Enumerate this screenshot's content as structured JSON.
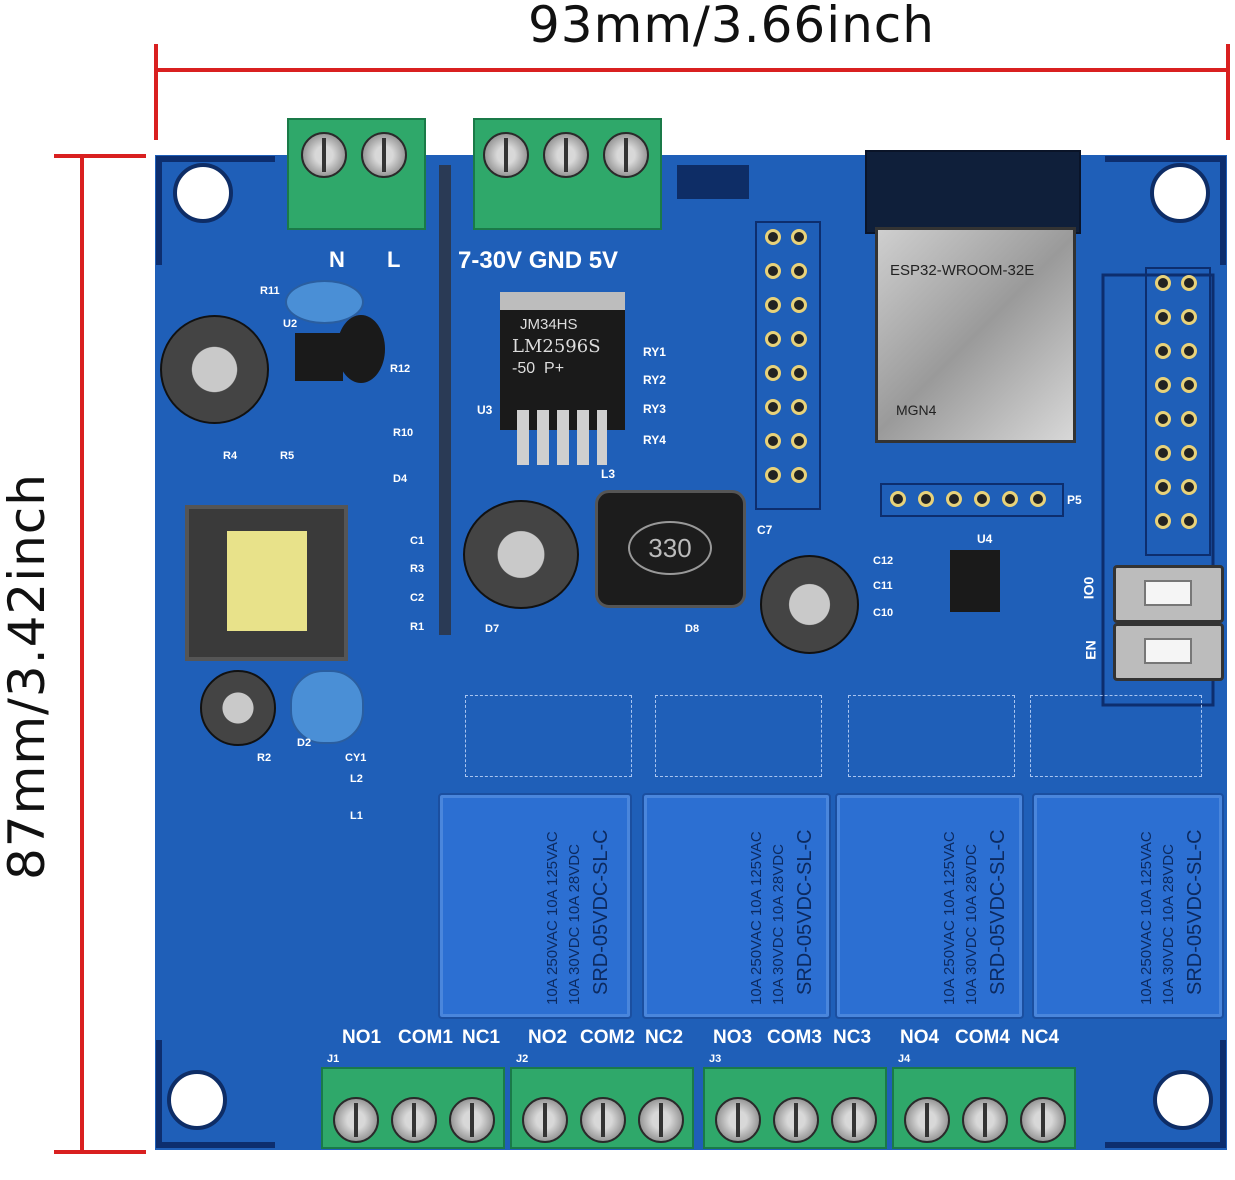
{
  "dimensions": {
    "width_label": "93mm/3.66inch",
    "height_label": "87mm/3.42inch",
    "line_color": "#d92020"
  },
  "board": {
    "color": "#1f5fb8",
    "module": "ESP32-WROOM-32E",
    "module_sub": "MGN4",
    "regulator": {
      "l1": "JM34HS",
      "l2": "LM2596S",
      "l3": "-50  P+"
    },
    "inductor": "330",
    "power_input": {
      "n": "N",
      "l": "L"
    },
    "dc_input": "7-30V GND 5V",
    "buttons": {
      "io0": "IO0",
      "en": "EN"
    },
    "terminals": [
      {
        "id": "J1",
        "labels": [
          "NO1",
          "COM1",
          "NC1"
        ]
      },
      {
        "id": "J2",
        "labels": [
          "NO2",
          "COM2",
          "NC2"
        ]
      },
      {
        "id": "J3",
        "labels": [
          "NO3",
          "COM3",
          "NC3"
        ]
      },
      {
        "id": "J4",
        "labels": [
          "NO4",
          "COM4",
          "NC4"
        ]
      }
    ],
    "relay_text": {
      "l1": "SRD-05VDC-SL-C",
      "l2": "10A 30VDC 10A 28VDC",
      "l3": "10A 250VAC 10A 125VAC"
    },
    "silkscreen": [
      "RY1",
      "RY2",
      "RY3",
      "RY4",
      "U3",
      "L3",
      "C7",
      "U4",
      "P5",
      "D7",
      "D8",
      "C12",
      "C11",
      "C10",
      "R10",
      "D4",
      "R4",
      "R5",
      "C1",
      "R3",
      "C2",
      "R1",
      "R2",
      "L2",
      "L1",
      "D2",
      "CY1",
      "R11",
      "U2",
      "R12"
    ]
  }
}
